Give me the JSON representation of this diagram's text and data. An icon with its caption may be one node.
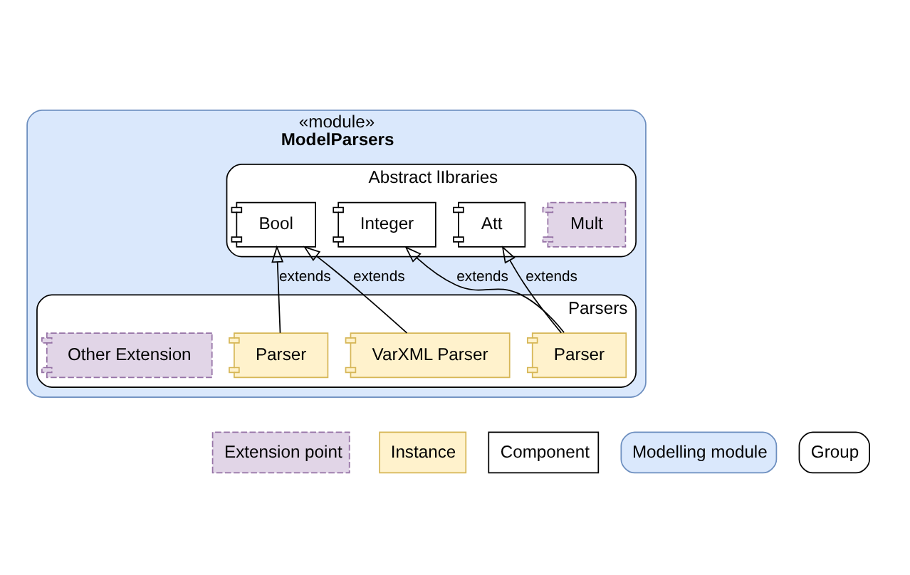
{
  "diagram": {
    "nodes": [
      {
        "text": [
          "«module»",
          "ModelParsers"
        ]
      },
      {
        "text": [
          "Abstract lIbraries"
        ],
        "in": 0
      },
      {
        "text": [
          "Bool"
        ],
        "in": 1
      },
      {
        "text": [
          "Integer"
        ],
        "in": 1
      },
      {
        "text": [
          "Att"
        ],
        "in": 1
      },
      {
        "text": [
          "Mult"
        ],
        "in": 1
      },
      {
        "text": [
          "Parsers"
        ],
        "in": 0
      },
      {
        "text": [
          "Parser"
        ],
        "in": 6
      },
      {
        "text": [
          "VarXML Parser"
        ],
        "in": 6
      },
      {
        "text": [
          "Parser"
        ],
        "in": 6
      },
      {
        "text": [
          "Other Extension"
        ],
        "in": 6
      }
    ],
    "edges": [
      {
        "from": 7,
        "to": 2,
        "arrow": "to",
        "label": "extends"
      },
      {
        "from": 8,
        "to": 2,
        "arrow": "to",
        "label": "extends"
      },
      {
        "from": 9,
        "to": 3,
        "arrow": "to",
        "label": "extends"
      },
      {
        "from": 9,
        "to": 4,
        "arrow": "to",
        "label": "extends"
      }
    ],
    "legend": [
      {
        "text": "Extension point"
      },
      {
        "text": "Instance"
      },
      {
        "text": "Component"
      },
      {
        "text": "Modelling module"
      },
      {
        "text": "Group"
      }
    ]
  }
}
